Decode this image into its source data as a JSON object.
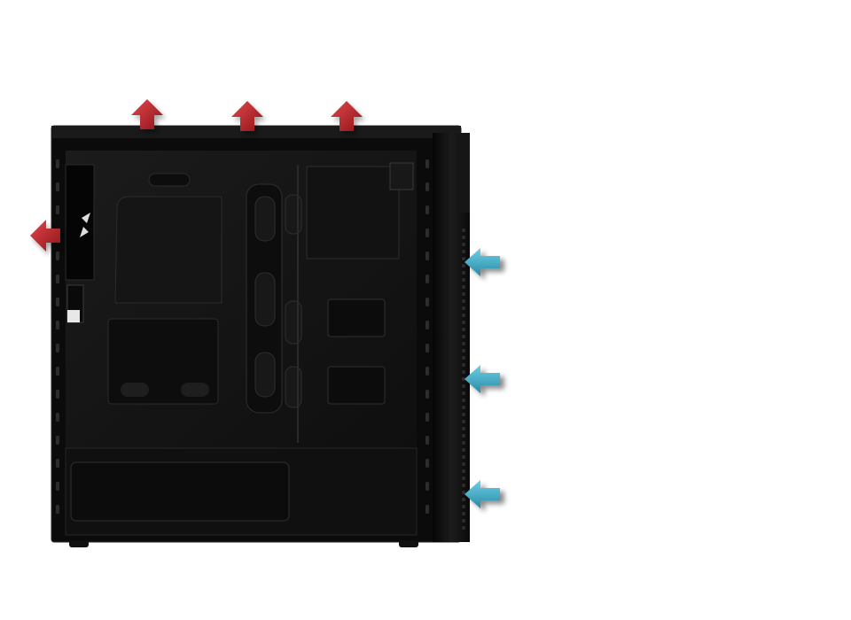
{
  "image": {
    "subject": "pc-case-side-view-airflow",
    "background_color": "#ffffff"
  },
  "case": {
    "body_color": "#0e0e0e",
    "panel_color": "#1a1a1a",
    "edge_color": "#2e2e2e"
  },
  "airflow": {
    "exhaust_color": "#c8262c",
    "intake_color": "#3aa7c4",
    "exhaust_arrows": [
      {
        "id": "top-1",
        "direction": "up"
      },
      {
        "id": "top-2",
        "direction": "up"
      },
      {
        "id": "top-3",
        "direction": "up"
      },
      {
        "id": "rear",
        "direction": "left"
      }
    ],
    "intake_arrows": [
      {
        "id": "front-1",
        "direction": "left"
      },
      {
        "id": "front-2",
        "direction": "left"
      },
      {
        "id": "front-3",
        "direction": "left"
      }
    ]
  }
}
